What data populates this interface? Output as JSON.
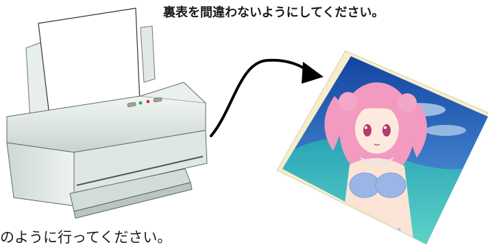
{
  "instructions": {
    "top_text": "裏表を間違わないようにしてください。",
    "bottom_text": "のように行ってください。"
  },
  "illustration": {
    "printer_icon": "inkjet-printer-icon",
    "arrow_icon": "curved-arrow-icon",
    "photo_subject": "anime-girl-beach-photo"
  },
  "colors": {
    "printer_body": "#e3ebe6",
    "photo_border": "#f6edcc",
    "sky": "#1e63c6",
    "sea": "#2fb3bb",
    "hair": "#f29ac0",
    "arrow": "#000000"
  }
}
